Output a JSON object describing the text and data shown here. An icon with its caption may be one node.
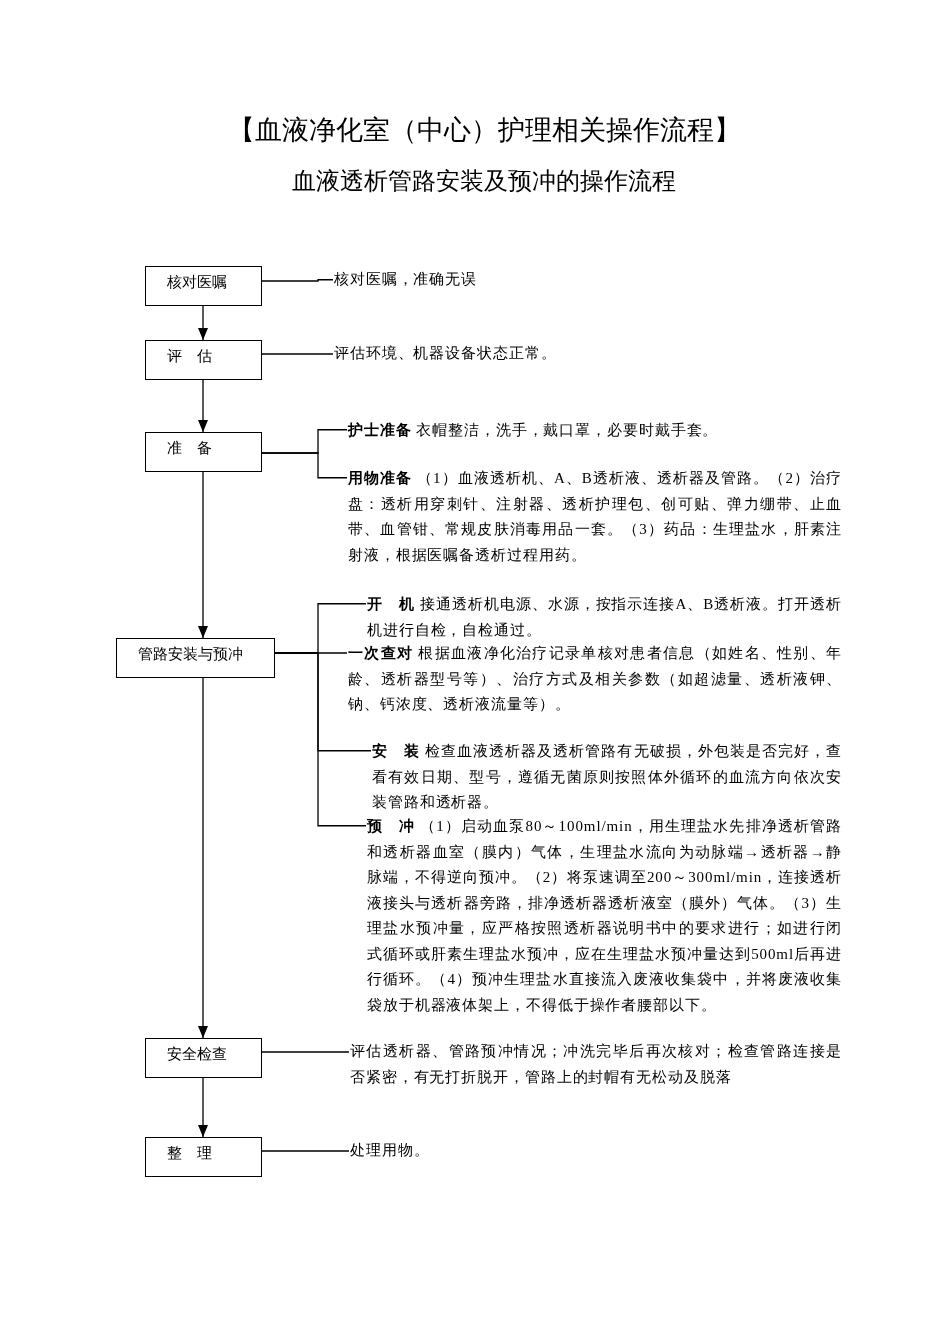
{
  "diagram": {
    "title": "【血液净化室（中心）护理相关操作流程】",
    "nodes": [
      {
        "text": [
          "核对医嘱"
        ]
      },
      {
        "text": [
          "评　估"
        ]
      },
      {
        "text": [
          "准　备"
        ]
      },
      {
        "text": [
          "管路安装与预冲"
        ]
      },
      {
        "text": [
          "安全检查"
        ]
      },
      {
        "text": [
          "整　理"
        ]
      },
      {
        "text": [
          "核对医嘱，准确无误"
        ]
      },
      {
        "text": [
          "评估环境、机器设备状态正常。"
        ]
      },
      {
        "text": [
          "**护士准备** 衣帽整洁，洗手，戴口罩，必要时戴手套。"
        ]
      },
      {
        "text": [
          "**用物准备** （1）血液透析机、A、B透析液、透析器及管路。（2）治疗盘：透析用穿刺针、注射器、透析护理包、创可贴、弹力绷带、止血带、血管钳、常规皮肤消毒用品一套。（3）药品：生理盐水，肝素注射液，根据医嘱备透析过程用药。"
        ]
      },
      {
        "text": [
          "**开　机** 接通透析机电源、水源，按指示连接A、B透析液。打开透析机进行自检，自检通过。"
        ]
      },
      {
        "text": [
          "**一次查对** 根据血液净化治疗记录单核对患者信息（如姓名、性别、年龄、透析器型号等）、治疗方式及相关参数（如超滤量、透析液钾、钠、钙浓度、透析液流量等）。"
        ]
      },
      {
        "text": [
          "**安　装** 检查血液透析器及透析管路有无破损，外包装是否完好，查看有效日期、型号，遵循无菌原则按照体外循环的血流方向依次安装管路和透析器。"
        ]
      },
      {
        "text": [
          "**预　冲** （1）启动血泵80～100ml/min，用生理盐水先排净透析管路和透析器血室（膜内）气体，生理盐水流向为动脉端→透析器→静脉端，不得逆向预冲。（2）将泵速调至200～300ml/min，连接透析液接头与透析器旁路，排净透析器透析液室（膜外）气体。（3）生理盐水预冲量，应严格按照透析器说明书中的要求进行；如进行闭式循环或肝素生理盐水预冲，应在生理盐水预冲量达到500ml后再进行循环。（4）预冲生理盐水直接流入废液收集袋中，并将废液收集袋放于机器液体架上，不得低于操作者腰部以下。"
        ]
      },
      {
        "text": [
          "评估透析器、管路预冲情况；冲洗完毕后再次核对；检查管路连接是否紧密，有无打折脱开，管路上的封帽有无松动及脱落"
        ]
      },
      {
        "text": [
          "处理用物。"
        ]
      }
    ],
    "edges": [
      {
        "from": 0,
        "to": 1,
        "arrow": "to"
      },
      {
        "from": 1,
        "to": 2,
        "arrow": "to"
      },
      {
        "from": 2,
        "to": 3,
        "arrow": "to"
      },
      {
        "from": 3,
        "to": 4,
        "arrow": "to"
      },
      {
        "from": 4,
        "to": 5,
        "arrow": "to"
      },
      {
        "from": 0,
        "to": 6,
        "arrow": "none"
      },
      {
        "from": 1,
        "to": 7,
        "arrow": "none"
      },
      {
        "from": 2,
        "to": 8,
        "arrow": "none"
      },
      {
        "from": 2,
        "to": 9,
        "arrow": "none"
      },
      {
        "from": 3,
        "to": 10,
        "arrow": "none"
      },
      {
        "from": 3,
        "to": 11,
        "arrow": "none"
      },
      {
        "from": 3,
        "to": 12,
        "arrow": "none"
      },
      {
        "from": 3,
        "to": 13,
        "arrow": "none"
      },
      {
        "from": 4,
        "to": 14,
        "arrow": "none"
      },
      {
        "from": 5,
        "to": 15,
        "arrow": "none"
      }
    ],
    "labels": [
      "血液透析管路安装及预冲的操作流程"
    ]
  }
}
